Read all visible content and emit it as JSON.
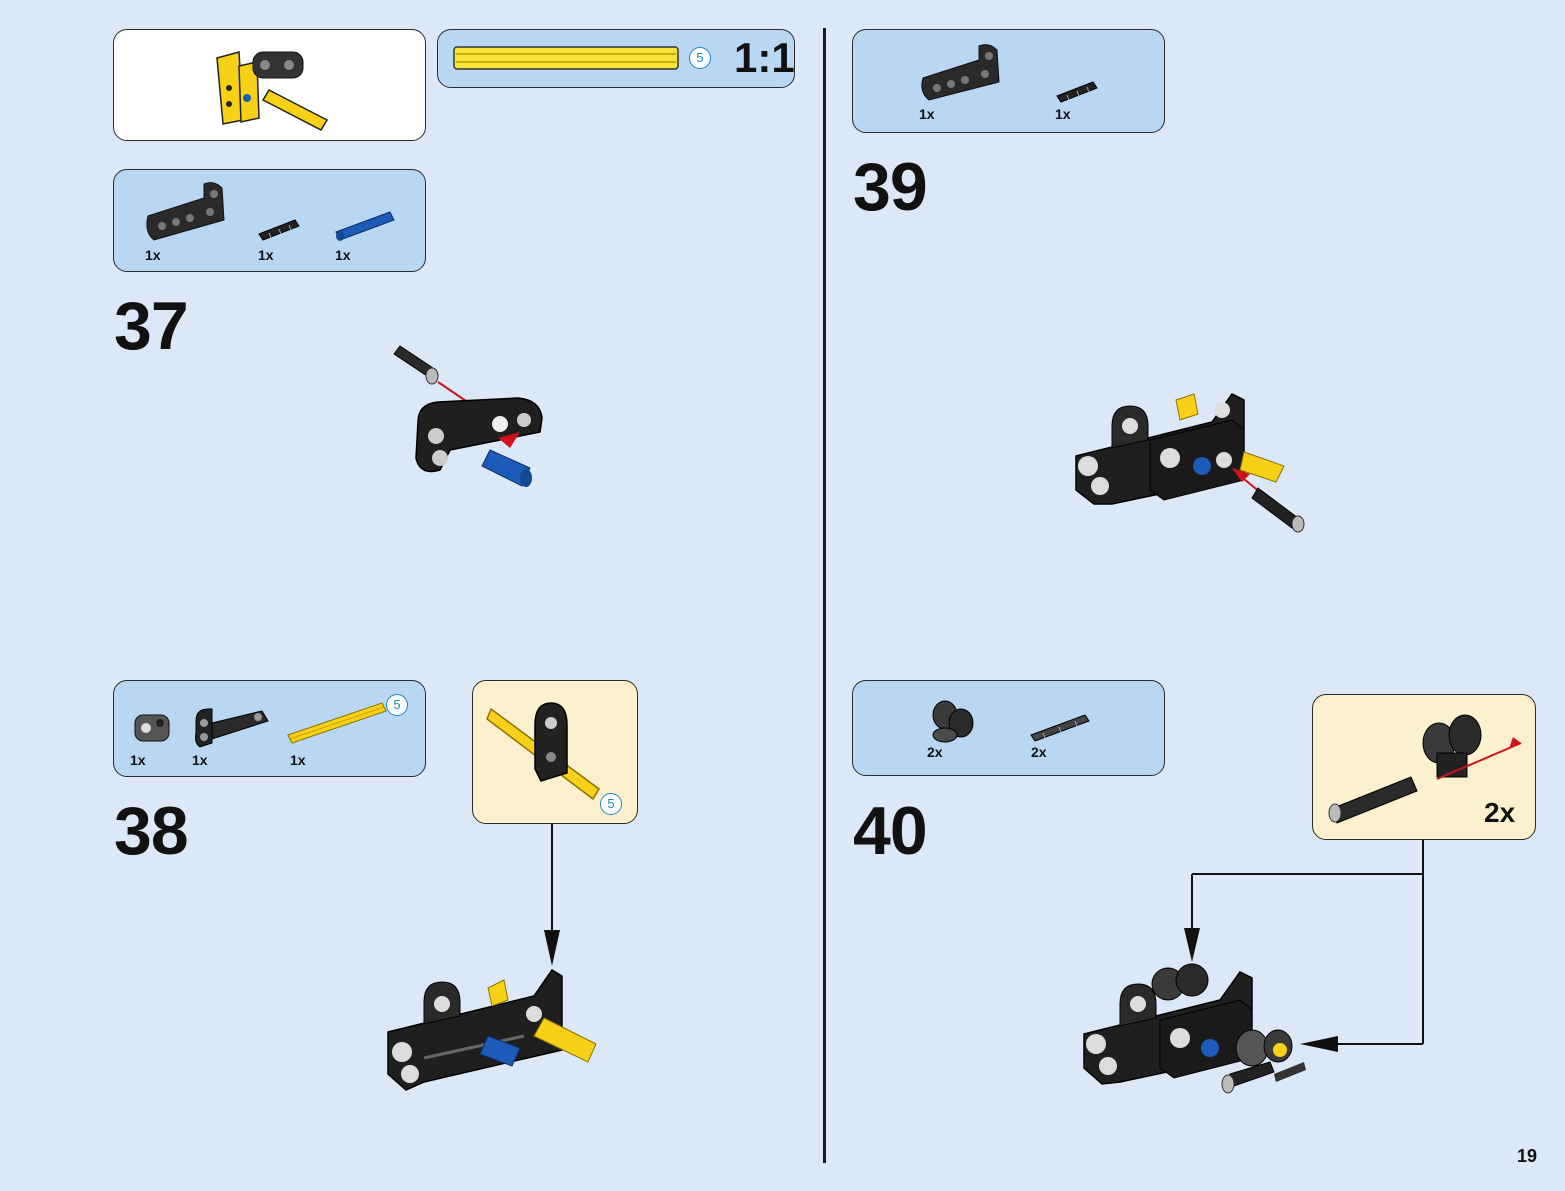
{
  "page": {
    "number": "19"
  },
  "ruler": {
    "length_label": "5",
    "scale_label": "1:1"
  },
  "steps": [
    {
      "number": "37",
      "parts": [
        {
          "qty": "1x",
          "icon": "beam-black"
        },
        {
          "qty": "1x",
          "icon": "pin-black"
        },
        {
          "qty": "1x",
          "icon": "axle-pin-blue"
        }
      ]
    },
    {
      "number": "38",
      "parts": [
        {
          "qty": "1x",
          "icon": "connector-gray"
        },
        {
          "qty": "1x",
          "icon": "beam-black"
        },
        {
          "qty": "1x",
          "icon": "axle-yellow"
        }
      ],
      "axle_length": "5",
      "sub_length": "5"
    },
    {
      "number": "39",
      "parts": [
        {
          "qty": "1x",
          "icon": "beam-black"
        },
        {
          "qty": "1x",
          "icon": "pin-black"
        }
      ]
    },
    {
      "number": "40",
      "parts": [
        {
          "qty": "2x",
          "icon": "double-connector-black"
        },
        {
          "qty": "2x",
          "icon": "pin-black"
        }
      ],
      "sub_multiplier": "2x"
    }
  ],
  "colors": {
    "background": "#dce8f7",
    "parts_box": "#b9d6f2",
    "subassembly_box": "#fdf0cf",
    "lego_yellow": "#f7d117",
    "lego_black": "#1f1f1f",
    "lego_blue": "#1d5bb8",
    "arrow_red": "#d0121b"
  }
}
